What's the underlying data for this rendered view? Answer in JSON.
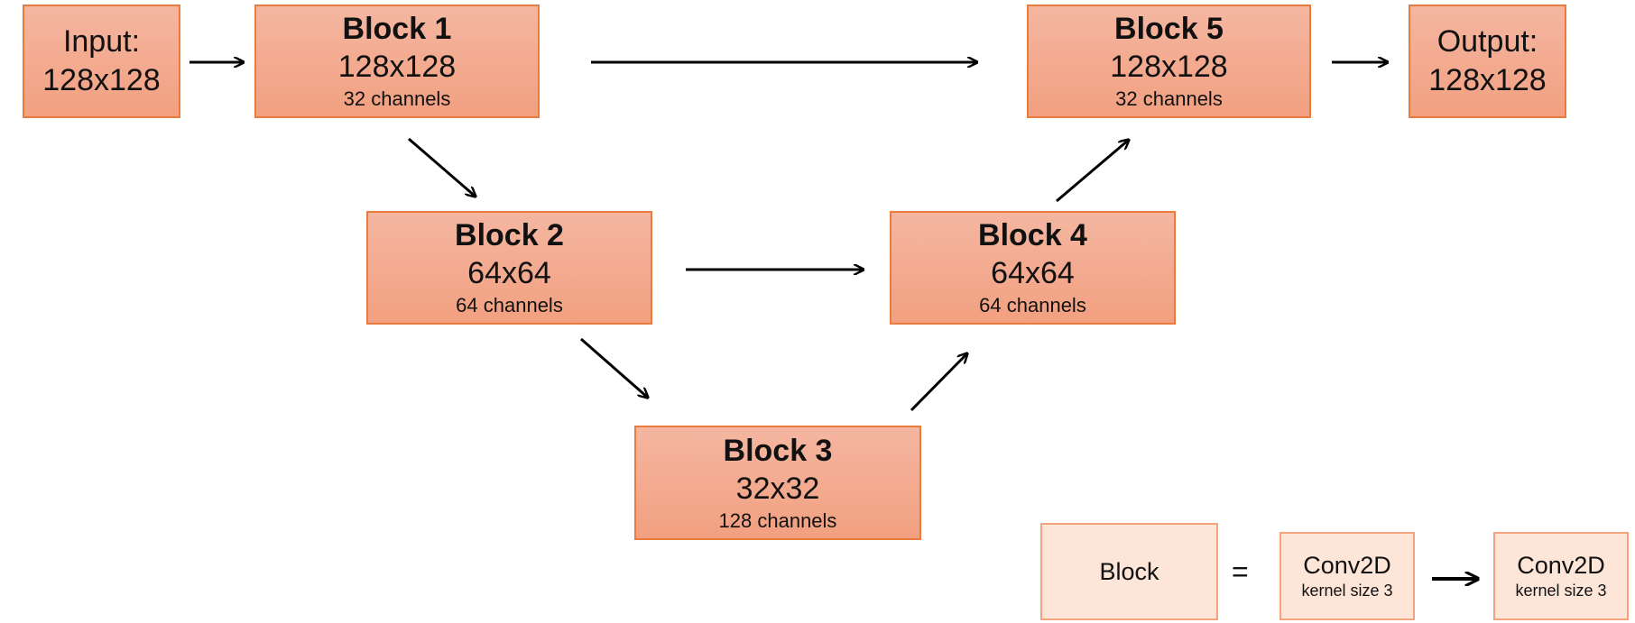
{
  "input": {
    "line1": "Input:",
    "line2": "128x128"
  },
  "output": {
    "line1": "Output:",
    "line2": "128x128"
  },
  "blocks": [
    {
      "title": "Block 1",
      "size": "128x128",
      "channels": "32 channels"
    },
    {
      "title": "Block 2",
      "size": "64x64",
      "channels": "64 channels"
    },
    {
      "title": "Block 3",
      "size": "32x32",
      "channels": "128 channels"
    },
    {
      "title": "Block 4",
      "size": "64x64",
      "channels": "64 channels"
    },
    {
      "title": "Block 5",
      "size": "128x128",
      "channels": "32 channels"
    }
  ],
  "legend": {
    "block_label": "Block",
    "equals": "=",
    "conv1": {
      "title": "Conv2D",
      "sub": "kernel size 3"
    },
    "conv2": {
      "title": "Conv2D",
      "sub": "kernel size 3"
    }
  },
  "colors": {
    "block_fill_top": "#f4b6a1",
    "block_fill_bottom": "#f2a080",
    "block_border": "#ea7b3f",
    "legend_fill": "#fde5d8",
    "legend_border": "#f1a47d",
    "arrow": "#000000"
  }
}
